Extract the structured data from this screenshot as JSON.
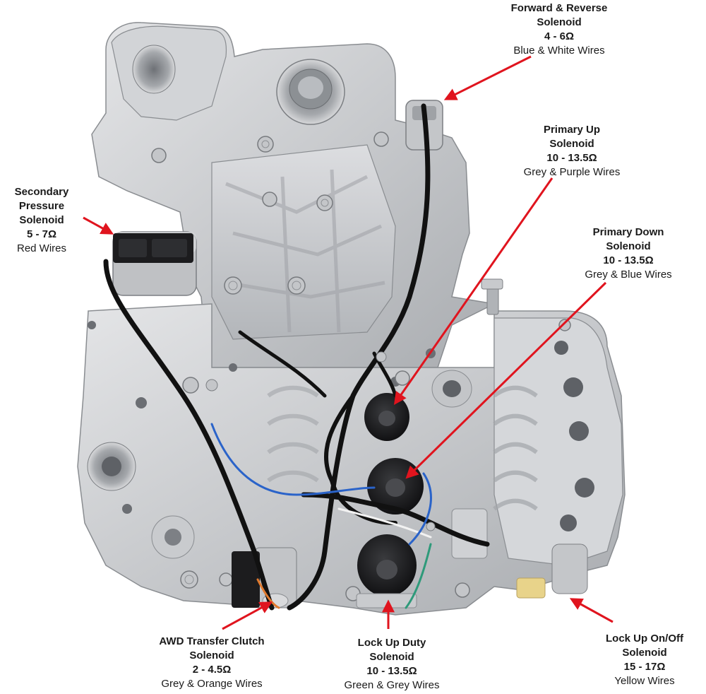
{
  "callouts": {
    "forward_reverse": {
      "title1": "Forward & Reverse",
      "title2": "Solenoid",
      "resistance": "4 - 6Ω",
      "wires": "Blue & White Wires"
    },
    "primary_up": {
      "title1": "Primary Up",
      "title2": "Solenoid",
      "resistance": "10 - 13.5Ω",
      "wires": "Grey & Purple Wires"
    },
    "primary_down": {
      "title1": "Primary Down",
      "title2": "Solenoid",
      "resistance": "10 - 13.5Ω",
      "wires": "Grey & Blue Wires"
    },
    "secondary_pressure": {
      "title1": "Secondary",
      "title2": "Pressure",
      "title3": "Solenoid",
      "resistance": "5 - 7Ω",
      "wires": "Red Wires"
    },
    "awd_transfer": {
      "title1": "AWD Transfer Clutch",
      "title2": "Solenoid",
      "resistance": "2 - 4.5Ω",
      "wires": "Grey & Orange Wires"
    },
    "lock_up_duty": {
      "title1": "Lock Up Duty",
      "title2": "Solenoid",
      "resistance": "10 - 13.5Ω",
      "wires": "Green & Grey Wires"
    },
    "lock_up_onoff": {
      "title1": "Lock Up On/Off",
      "title2": "Solenoid",
      "resistance": "15 - 17Ω",
      "wires": "Yellow Wires"
    }
  },
  "colors": {
    "arrow": "#e0141e",
    "metal_light": "#d9dadc",
    "metal_mid": "#b8babd",
    "metal_dark": "#8d9094",
    "solenoid_black": "#1c1c1e",
    "wire_black": "#111111",
    "wire_blue": "#2a63c9",
    "wire_white": "#f2f2f2",
    "wire_orange": "#e07a2e",
    "wire_green": "#2e9a7a",
    "wire_yellow": "#e8d38a"
  }
}
